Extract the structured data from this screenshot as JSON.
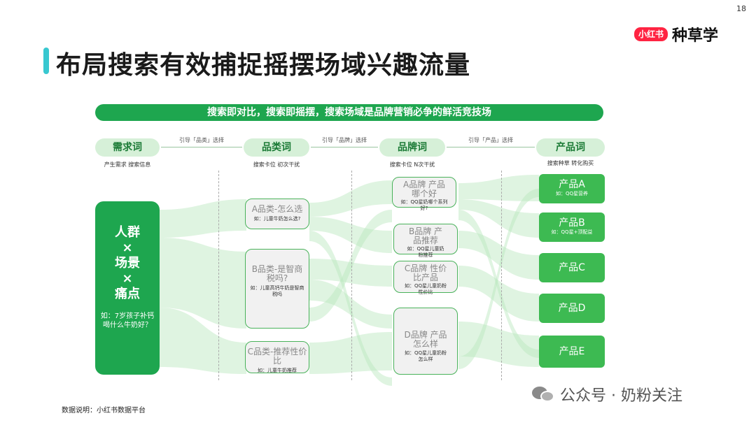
{
  "page_number": "18",
  "logo": {
    "badge": "小红书",
    "text": "种草学"
  },
  "title": "布局搜索有效捕捉摇摆场域兴趣流量",
  "banner": "搜索即对比，搜索即摇摆，搜索场域是品牌营销必争的鲜活竞技场",
  "stages": [
    {
      "label": "需求词",
      "sub": "产生需求 搜索信息"
    },
    {
      "label": "品类词",
      "sub": "搜索卡位 初次干扰"
    },
    {
      "label": "品牌词",
      "sub": "搜索卡位 N次干扰"
    },
    {
      "label": "产品词",
      "sub": "搜索种草 转化购买"
    }
  ],
  "arrows": [
    "引导「品类」选择",
    "引导「品牌」选择",
    "引导「产品」选择"
  ],
  "need_box": {
    "lines": [
      "人群",
      "×",
      "场景",
      "×",
      "痛点"
    ],
    "example_1": "如：7岁孩子补钙",
    "example_2": "喝什么牛奶好？"
  },
  "category_boxes": [
    {
      "title": "A品类-怎么选",
      "note": "如：儿童牛奶怎么选?"
    },
    {
      "title": "B品类-是智商税吗?",
      "note": "如：儿童高钙牛奶是智商税吗"
    },
    {
      "title": "C品类-推荐性价比",
      "note": "如：儿童牛奶推荐"
    }
  ],
  "brand_boxes": [
    {
      "title": "A品牌 产品哪个好",
      "note": "如：QQ星奶哪个系列好?"
    },
    {
      "title": "B品牌 产品推荐",
      "note": "如：QQ星儿童奶粉推荐"
    },
    {
      "title": "C品牌 性价比产品",
      "note": "如：QQ星儿童奶粉性价比"
    },
    {
      "title": "D品牌 产品怎么样",
      "note": "如：QQ星儿童奶粉怎么样"
    }
  ],
  "product_boxes": [
    {
      "title": "产品A",
      "note": "如：QQ星营养"
    },
    {
      "title": "产品B",
      "note": "如：QQ星+顶配益"
    },
    {
      "title": "产品C",
      "note": ""
    },
    {
      "title": "产品D",
      "note": ""
    },
    {
      "title": "产品E",
      "note": ""
    }
  ],
  "footer": "数据说明：小红书数据平台",
  "watermark": "公众号 · 奶粉关注",
  "colors": {
    "accent": "#1ea64f",
    "title_bar": "#38c8d0",
    "flow": "#b8e6bd",
    "brand_red": "#ff2442"
  }
}
